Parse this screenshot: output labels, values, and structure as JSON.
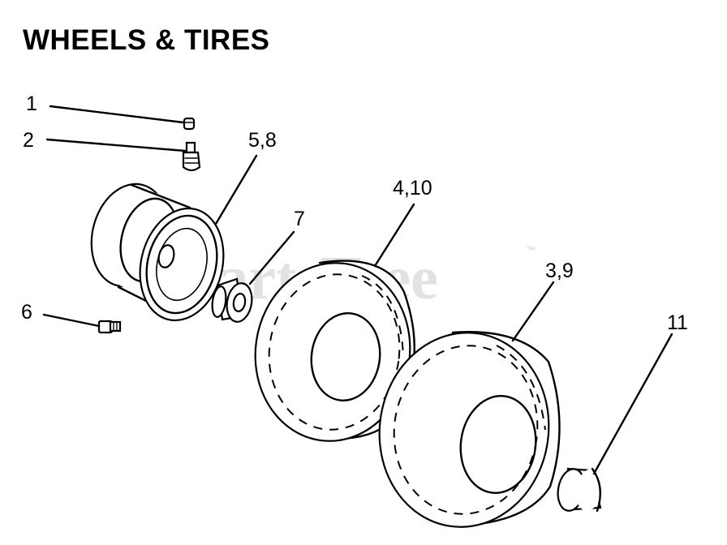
{
  "title": "WHEELS & TIRES",
  "watermark": {
    "text": "PartsTree",
    "tm": "™"
  },
  "callouts": {
    "c1": "1",
    "c2": "2",
    "c5_8": "5,8",
    "c4_10": "4,10",
    "c7": "7",
    "c3_9": "3,9",
    "c6": "6",
    "c11": "11"
  }
}
